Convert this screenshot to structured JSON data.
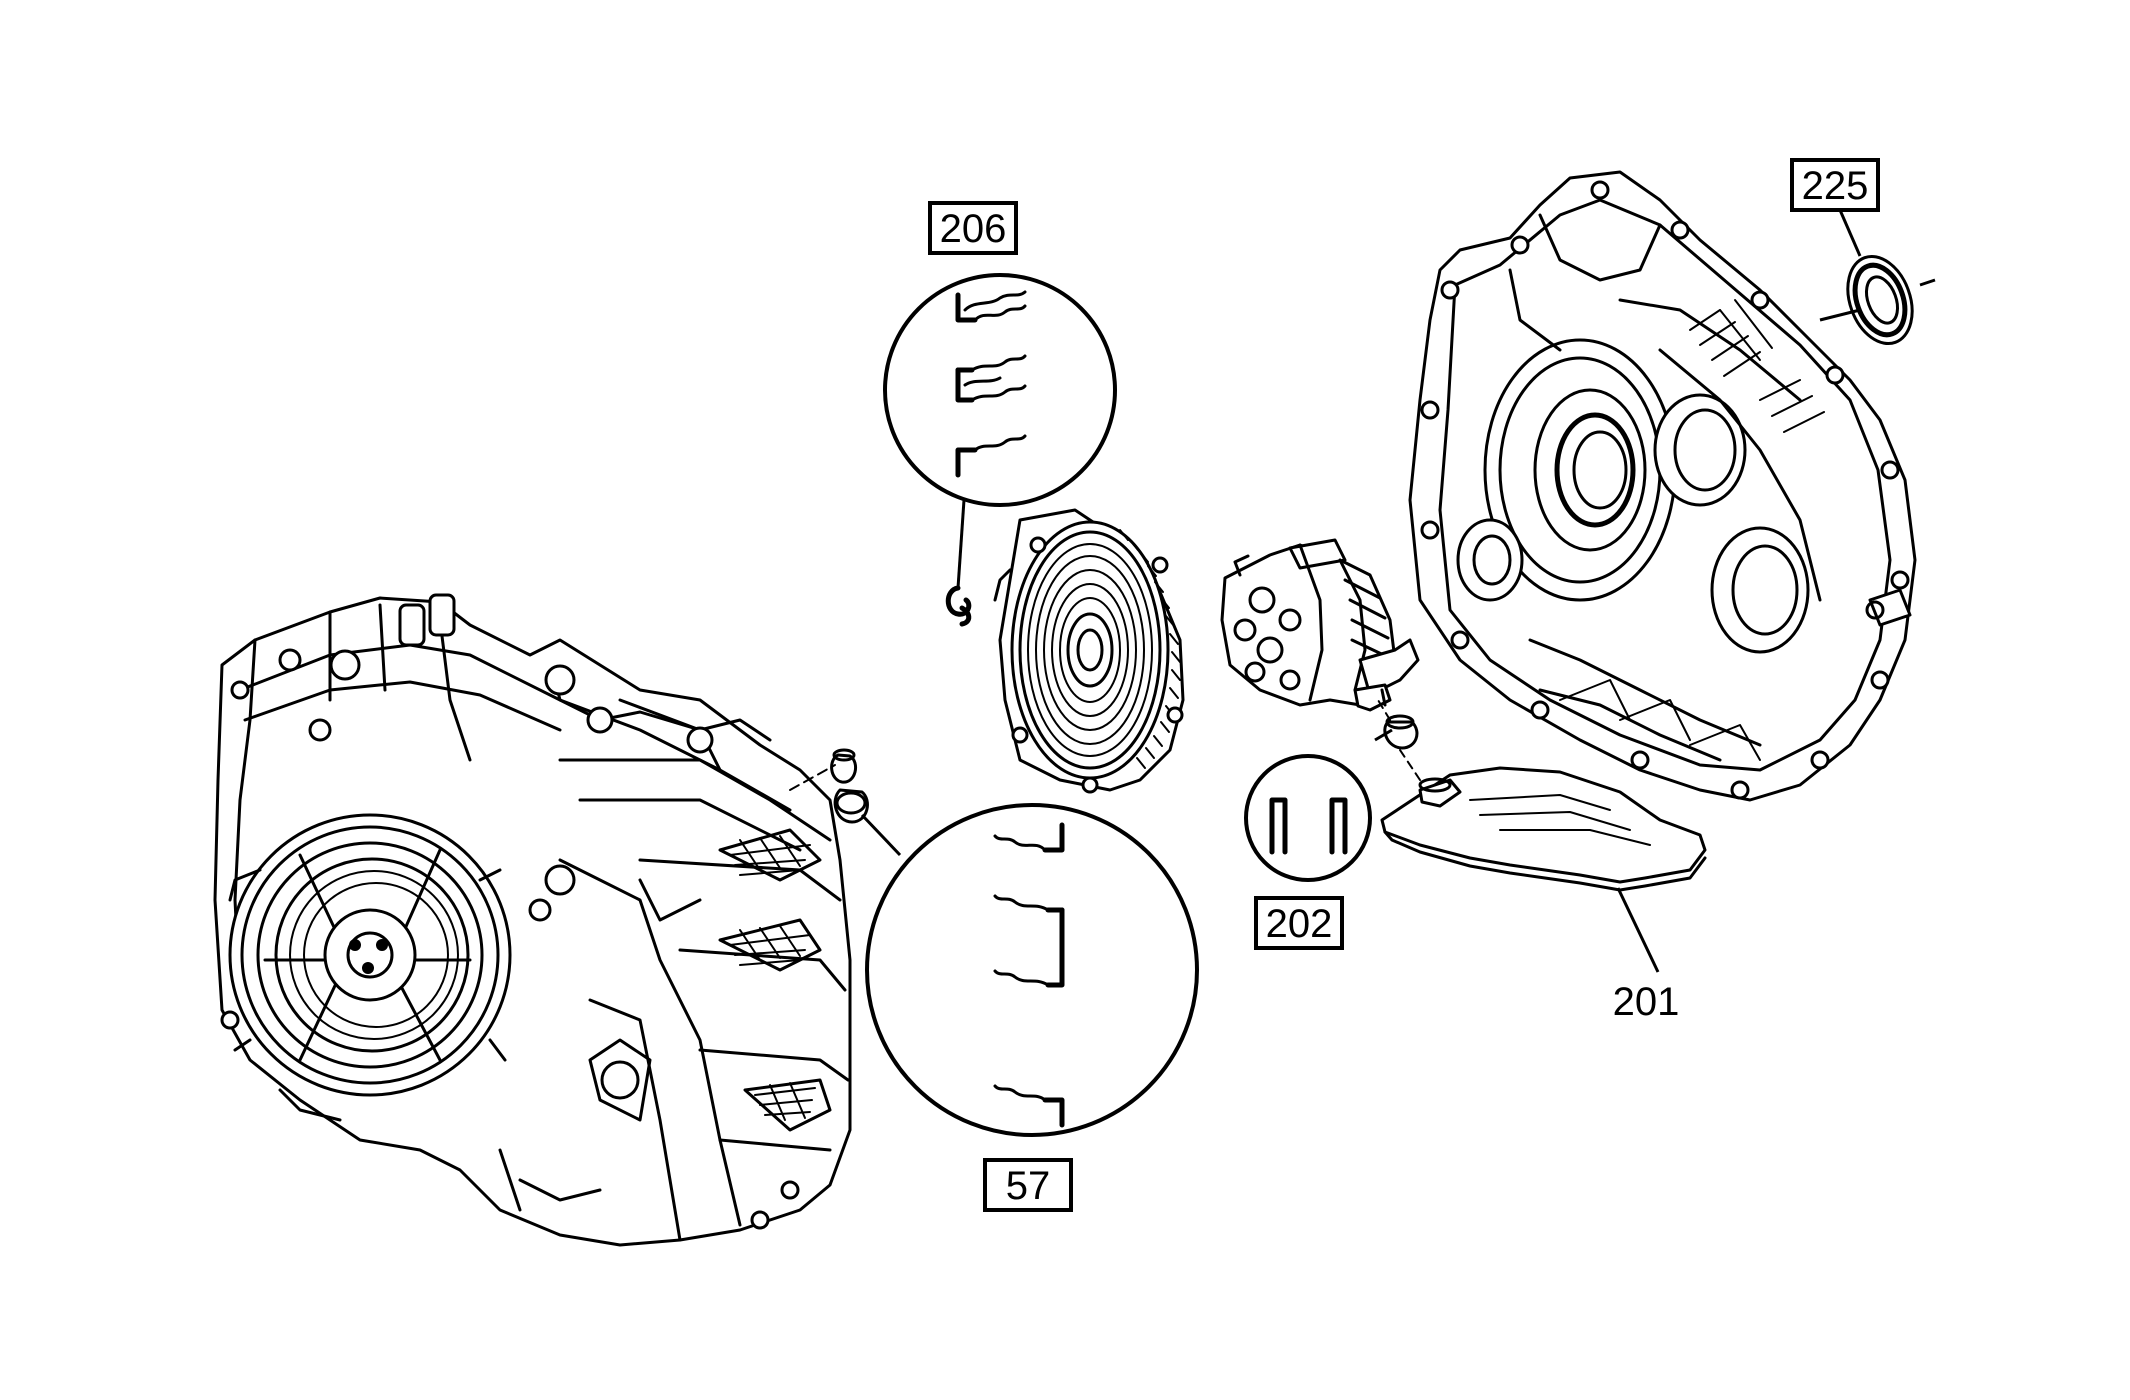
{
  "callouts": {
    "c206": "206",
    "c225": "225",
    "c202": "202",
    "c201": "201",
    "c57": "57"
  },
  "colors": {
    "line": "#000000",
    "background": "#ffffff"
  }
}
